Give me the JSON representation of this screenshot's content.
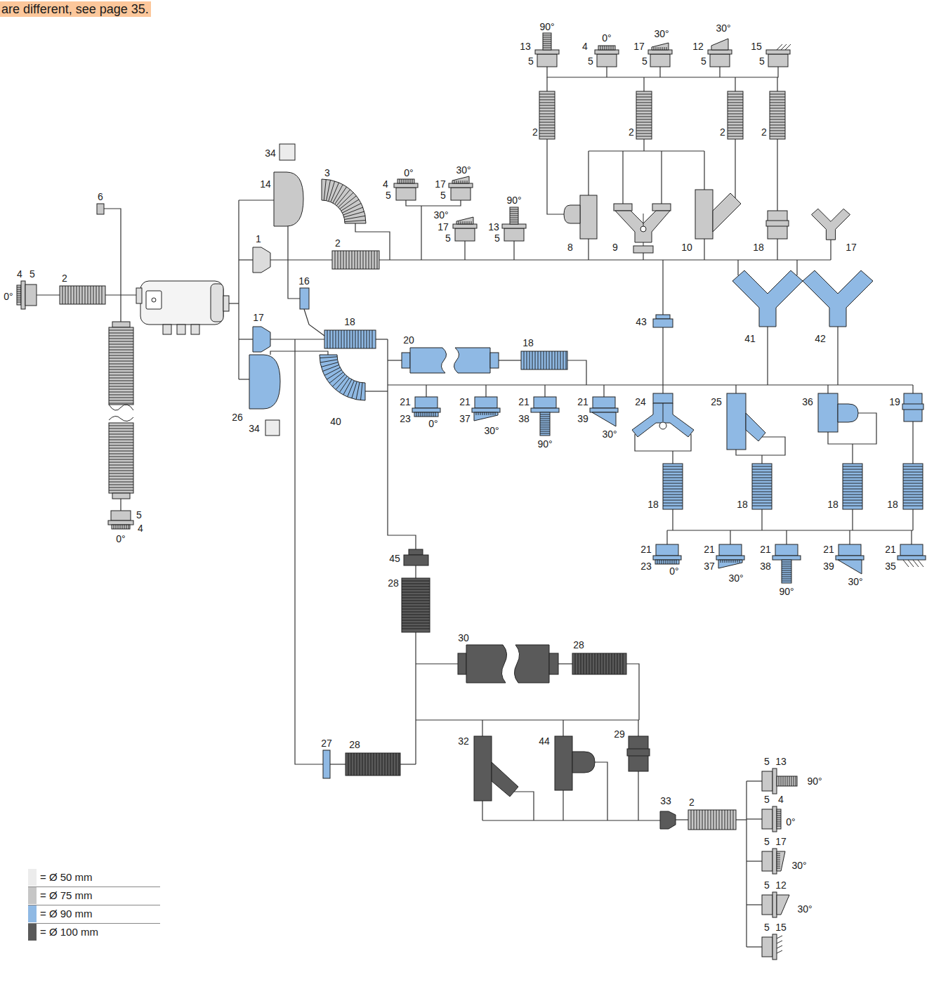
{
  "diagram": {
    "labels": [
      "are different, see page 35.",
      "90°",
      "13",
      "5",
      "0°",
      "4",
      "5",
      "30°",
      "17",
      "5",
      "30°",
      "12",
      "5",
      "15",
      "5",
      "2",
      "2",
      "2",
      "2",
      "34",
      "14",
      "3",
      "1",
      "2",
      "0°",
      "4",
      "5",
      "30°",
      "17",
      "5",
      "30°",
      "17",
      "5",
      "90°",
      "13",
      "5",
      "8",
      "9",
      "10",
      "18",
      "17",
      "6",
      "4",
      "5",
      "0°",
      "2",
      "16",
      "17",
      "18",
      "20",
      "18",
      "43",
      "41",
      "42",
      "21",
      "23",
      "0°",
      "21",
      "37",
      "30°",
      "21",
      "38",
      "90°",
      "21",
      "39",
      "30°",
      "24",
      "25",
      "36",
      "19",
      "26",
      "34",
      "40",
      "18",
      "18",
      "18",
      "18",
      "21",
      "23",
      "0°",
      "21",
      "37",
      "30°",
      "21",
      "38",
      "90°",
      "21",
      "39",
      "30°",
      "21",
      "35",
      "5",
      "4",
      "0°",
      "45",
      "28",
      "30",
      "28",
      "27",
      "28",
      "32",
      "44",
      "29",
      "33",
      "2",
      "5",
      "13",
      "90°",
      "5",
      "4",
      "0°",
      "5",
      "17",
      "30°",
      "5",
      "12",
      "30°",
      "5",
      "15"
    ],
    "legend": [
      {
        "text": "= Ø 50 mm",
        "color": "#ececec"
      },
      {
        "text": "= Ø 75 mm",
        "color": "#c6c6c6"
      },
      {
        "text": "= Ø 90 mm",
        "color": "#8fb9e4"
      },
      {
        "text": "= Ø 100 mm",
        "color": "#5a5a5a"
      }
    ]
  }
}
